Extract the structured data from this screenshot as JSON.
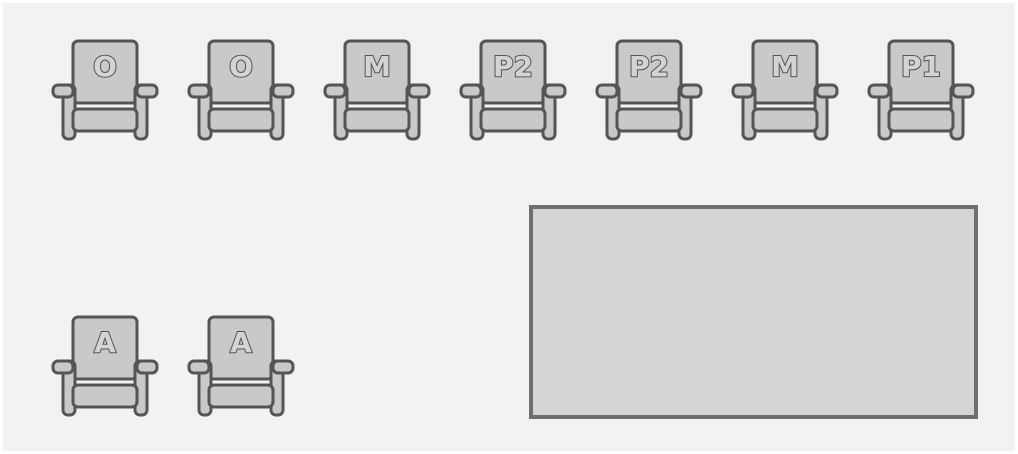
{
  "seating": {
    "top_row": [
      {
        "label": "O"
      },
      {
        "label": "O"
      },
      {
        "label": "M"
      },
      {
        "label": "P2"
      },
      {
        "label": "P2"
      },
      {
        "label": "M"
      },
      {
        "label": "P1"
      }
    ],
    "bottom_row": [
      {
        "label": "A"
      },
      {
        "label": "A"
      }
    ]
  },
  "colors": {
    "background": "#f1f2f4",
    "chair_fill": "#c9c9cb",
    "chair_stroke": "#555555",
    "table_fill": "#d4d4d6",
    "table_stroke": "#6f6f71"
  },
  "icons": {
    "chair": "armchair-icon",
    "table": "table-rectangle"
  }
}
